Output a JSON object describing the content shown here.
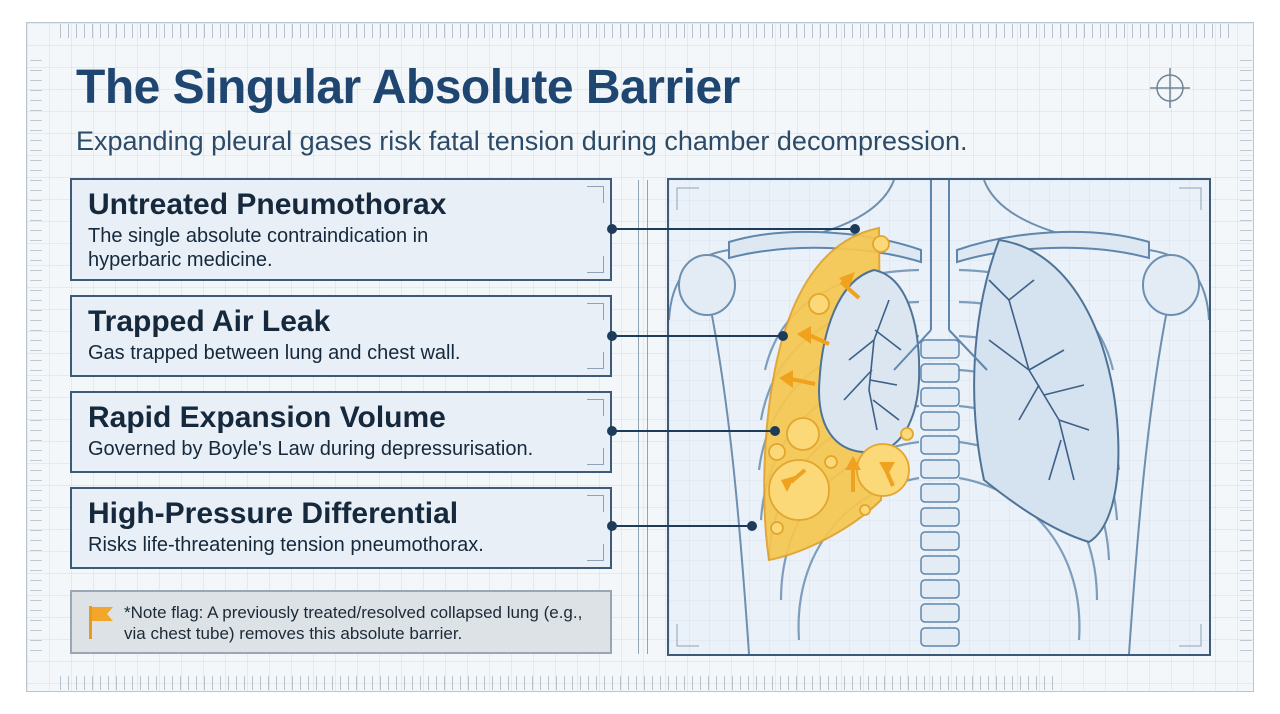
{
  "title": "The Singular Absolute Barrier",
  "subtitle": "Expanding pleural gases risk fatal tension during chamber decompression.",
  "cards": [
    {
      "title": "Untreated Pneumothorax",
      "desc": "The single absolute contraindication in hyperbaric medicine."
    },
    {
      "title": "Trapped Air Leak",
      "desc": "Gas trapped between lung and chest wall."
    },
    {
      "title": "Rapid Expansion Volume",
      "desc": "Governed by Boyle's Law during depressurisation."
    },
    {
      "title": "High-Pressure Differential",
      "desc": "Risks life-threatening tension pneumothorax."
    }
  ],
  "note": {
    "text": "*Note flag: A previously treated/resolved collapsed lung (e.g., via chest tube) removes this absolute barrier.",
    "icon": "flag-icon"
  },
  "colors": {
    "accent": "#1e4670",
    "border": "#3d5b79",
    "card_bg": "#e8eff6",
    "gas": "#f6c34a",
    "lung": "#5f86ad"
  }
}
